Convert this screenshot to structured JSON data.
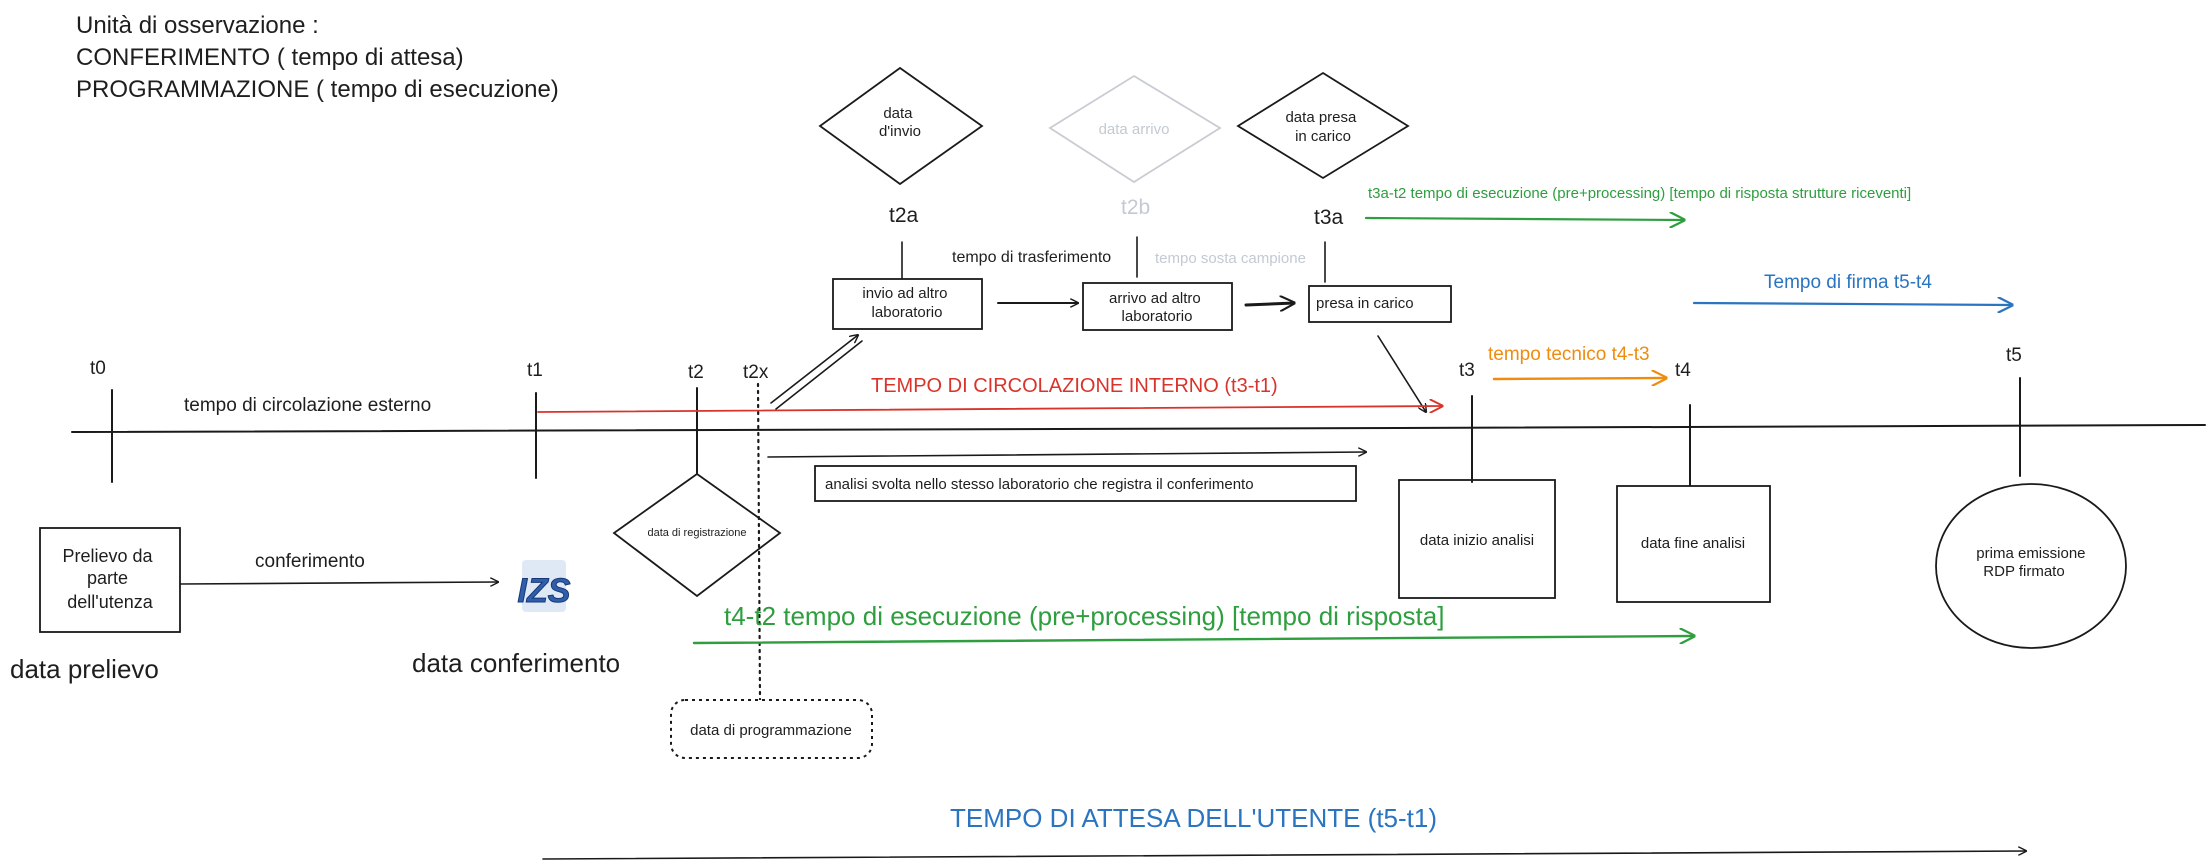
{
  "observation": {
    "title": "Unità di osservazione :",
    "line1": "CONFERIMENTO ( tempo di attesa)",
    "line2": "PROGRAMMAZIONE ( tempo di esecuzione)"
  },
  "ticks": {
    "t0": "t0",
    "t1": "t1",
    "t2": "t2",
    "t2x": "t2x",
    "t2a": "t2a",
    "t2b": "t2b",
    "t3a": "t3a",
    "t3": "t3",
    "t4": "t4",
    "t5": "t5"
  },
  "diamonds": {
    "data_invio": [
      "data",
      "d'invio"
    ],
    "data_arrivo": "data arrivo",
    "data_presa": [
      "data presa",
      "in carico"
    ],
    "data_registrazione": "data di registrazione"
  },
  "boxes": {
    "invio": [
      "invio ad altro",
      "laboratorio"
    ],
    "arrivo": [
      "arrivo ad altro",
      "laboratorio"
    ],
    "presa": "presa in carico",
    "analisi_stesso": "analisi svolta nello stesso laboratorio che registra il conferimento",
    "inizio": "data inizio analisi",
    "fine": "data fine analisi",
    "rdp": [
      "prima emissione",
      "RDP firmato"
    ],
    "programmazione": "data di programmazione",
    "prelievo": [
      "Prelievo da",
      "parte",
      "dell'utenza"
    ]
  },
  "labels": {
    "tempo_trasferimento": "tempo di trasferimento",
    "tempo_sosta": "tempo sosta campione",
    "circolazione_esterno": "tempo di circolazione esterno",
    "circolazione_interno": "TEMPO DI CIRCOLAZIONE INTERNO  (t3-t1)",
    "t3a_t2": "t3a-t2 tempo di esecuzione (pre+processing) [tempo di risposta strutture riceventi]",
    "firma": "Tempo di firma t5-t4",
    "tecnico": "tempo tecnico t4-t3",
    "conferimento": "conferimento",
    "data_prelievo": "data prelievo",
    "data_conferimento": "data conferimento",
    "t4_t2": "t4-t2 tempo di esecuzione (pre+processing) [tempo di risposta]",
    "attesa": "TEMPO DI ATTESA DELL'UTENTE  (t5-t1)"
  },
  "logo": "IZS",
  "colors": {
    "ink": "#1a1a1a",
    "green": "#2e9e3f",
    "red": "#d9342b",
    "blue": "#2a74c0",
    "orange": "#ef8c0e",
    "faded": "#c3cad3"
  }
}
